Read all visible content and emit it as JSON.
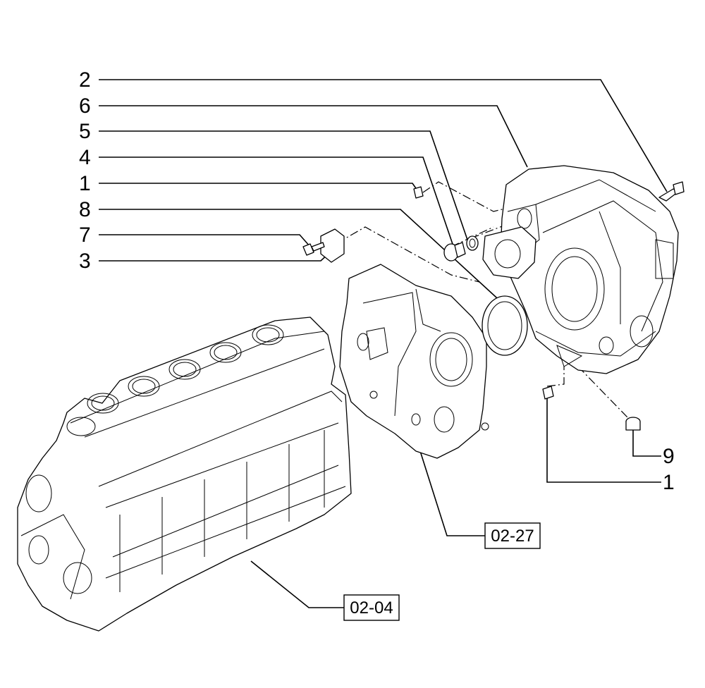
{
  "callouts": [
    {
      "id": "c2",
      "label": "2"
    },
    {
      "id": "c6",
      "label": "6"
    },
    {
      "id": "c5",
      "label": "5"
    },
    {
      "id": "c4",
      "label": "4"
    },
    {
      "id": "c1a",
      "label": "1"
    },
    {
      "id": "c8",
      "label": "8"
    },
    {
      "id": "c7",
      "label": "7"
    },
    {
      "id": "c3",
      "label": "3"
    },
    {
      "id": "c9",
      "label": "9"
    },
    {
      "id": "c1b",
      "label": "1"
    }
  ],
  "references": [
    {
      "id": "r1",
      "label": "02-27"
    },
    {
      "id": "r2",
      "label": "02-04"
    }
  ]
}
